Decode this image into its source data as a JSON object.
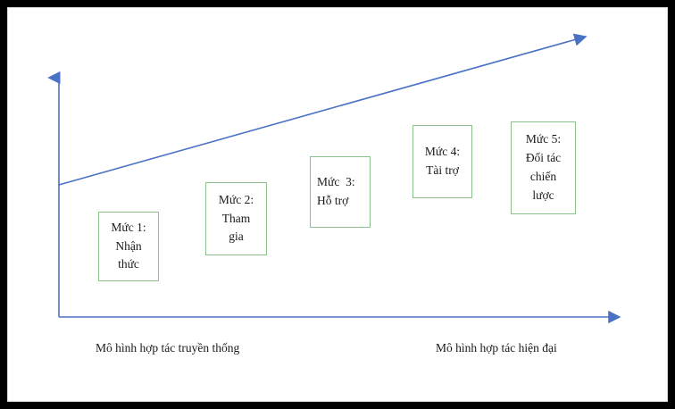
{
  "diagram": {
    "type": "ascending-levels-arrow-diagram",
    "frame_color": "#000000",
    "canvas_color": "#ffffff",
    "axis_color": "#4a72c4",
    "box_border_color": "#8cc08c",
    "text_color": "#1a1a1a",
    "levels": [
      {
        "id": "muc-1",
        "title": "Mức 1:",
        "lines": [
          "Mức 1:",
          "Nhận",
          "thức"
        ],
        "align": "center"
      },
      {
        "id": "muc-2",
        "title": "Mức 2:",
        "lines": [
          "Mức 2:",
          "Tham",
          "gia"
        ],
        "align": "center"
      },
      {
        "id": "muc-3",
        "title": "Mức  3:",
        "lines": [
          "Mức  3:",
          "Hỗ trợ"
        ],
        "align": "left"
      },
      {
        "id": "muc-4",
        "title": "Mức 4:",
        "lines": [
          "Mức 4:",
          "Tài trợ"
        ],
        "align": "center"
      },
      {
        "id": "muc-5",
        "title": "Mức 5:",
        "lines": [
          "Mức 5:",
          "Đối tác",
          "chiến",
          "lược"
        ],
        "align": "center"
      }
    ],
    "captions": {
      "left": "Mô hình hợp tác truyền thống",
      "right": "Mô hình hợp tác hiện đại"
    }
  }
}
